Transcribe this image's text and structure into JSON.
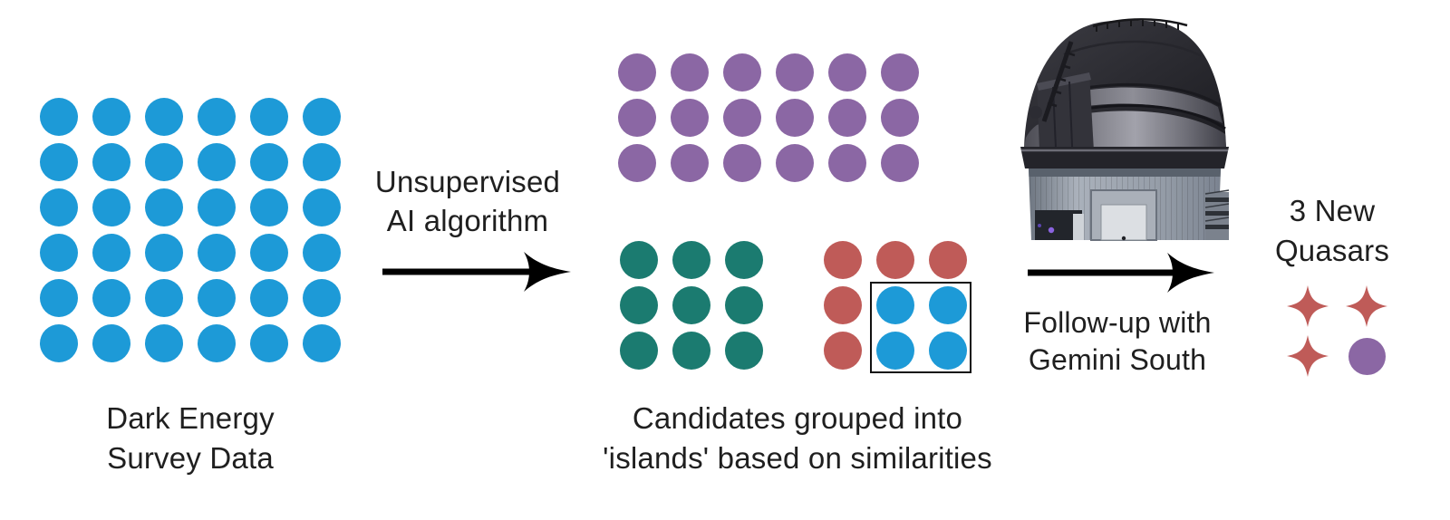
{
  "colors": {
    "blue": "#1d9ad7",
    "purple": "#8b67a4",
    "teal": "#1b7b70",
    "red": "#bf5b58",
    "ink": "#1f1f1f",
    "arrow": "#000000",
    "box_stroke": "#111111"
  },
  "stage_survey": {
    "caption_line1": "Dark Energy",
    "caption_line2": "Survey Data",
    "grid": {
      "cols": 6,
      "count": 36,
      "fill": "blue"
    }
  },
  "step_algorithm": {
    "label_line1": "Unsupervised",
    "label_line2": "AI algorithm"
  },
  "stage_islands": {
    "caption_line1": "Candidates grouped into",
    "caption_line2": "'islands' based on similarities",
    "purple_island": {
      "cols": 6,
      "count": 18,
      "fill": "purple"
    },
    "teal_island": {
      "cols": 3,
      "count": 9,
      "fill": "teal"
    },
    "mixed_island": {
      "cols": 3,
      "cells": [
        "red",
        "red",
        "red",
        "red",
        "blue",
        "blue",
        "red",
        "blue",
        "blue"
      ]
    }
  },
  "step_followup": {
    "label_line1": "Follow-up with",
    "label_line2": "Gemini South"
  },
  "stage_results": {
    "caption_line1": "3 New",
    "caption_line2": "Quasars",
    "symbols": [
      {
        "type": "star",
        "fill": "red"
      },
      {
        "type": "star",
        "fill": "red"
      },
      {
        "type": "star",
        "fill": "red"
      },
      {
        "type": "circle",
        "fill": "purple"
      }
    ]
  }
}
